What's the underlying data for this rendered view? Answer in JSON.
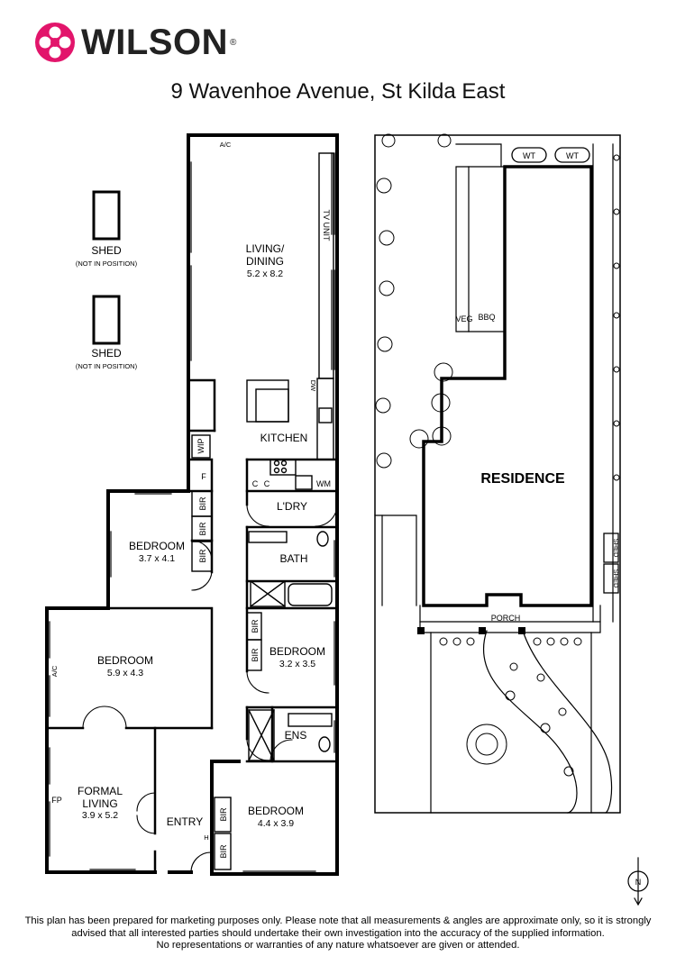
{
  "brand": {
    "name": "WILSON",
    "reg": "®"
  },
  "address": "9 Wavenhoe Avenue, St Kilda East",
  "rooms": {
    "living": {
      "name1": "LIVING/",
      "name2": "DINING",
      "dim": "5.2 x 8.2"
    },
    "kitchen": {
      "name": "KITCHEN"
    },
    "laundry": {
      "name": "L'DRY"
    },
    "bath": {
      "name": "BATH"
    },
    "bedroom_a": {
      "name": "BEDROOM",
      "dim": "3.7 x 4.1"
    },
    "bedroom_b": {
      "name": "BEDROOM",
      "dim": "5.9 x 4.3"
    },
    "bedroom_c": {
      "name": "BEDROOM",
      "dim": "3.2 x 3.5"
    },
    "bedroom_d": {
      "name": "BEDROOM",
      "dim": "4.4 x 3.9"
    },
    "formal": {
      "name1": "FORMAL",
      "name2": "LIVING",
      "dim": "3.9 x 5.2"
    },
    "entry": {
      "name": "ENTRY"
    },
    "ens": {
      "name": "ENS"
    }
  },
  "labels": {
    "tv_unit": "TV UNIT",
    "ac": "A/C",
    "wip": "WIP",
    "f": "F",
    "bir": "BIR",
    "c": "C",
    "wm": "WM",
    "dw": "DW",
    "fp": "FP",
    "h": "H",
    "shed": "SHED",
    "not_in_position": "(NOT IN POSITION)"
  },
  "site": {
    "residence": "RESIDENCE",
    "porch": "PORCH",
    "veg": "VEG",
    "bbq": "BBQ",
    "wt": "WT",
    "shed": "SHED"
  },
  "compass": {
    "label": "N"
  },
  "disclaimer": {
    "line1": "This plan has been prepared for marketing purposes only. Please note that all measurements & angles are approximate only, so it is strongly",
    "line2": "advised that all interested parties should undertake their own investigation into the accuracy of the supplied information.",
    "line3": "No representations or warranties of any nature whatsoever are given or attended."
  },
  "colors": {
    "brand": "#e2156b",
    "wall": "#000000"
  }
}
